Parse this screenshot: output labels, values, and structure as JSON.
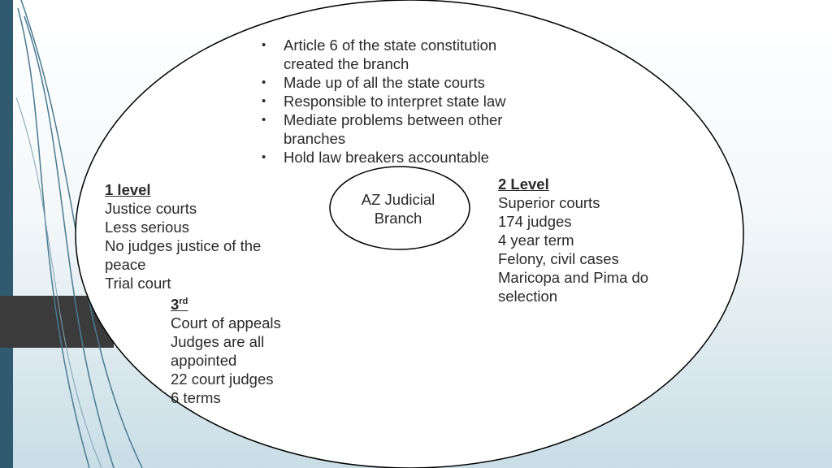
{
  "top_bullets": [
    "Article 6 of the state constitution",
    "Made up of all the state courts",
    "Responsible to interpret state law",
    "Mediate problems between other",
    "Hold law breakers accountable"
  ],
  "top_bullet_continuations": {
    "0": "created the branch",
    "3": "branches"
  },
  "center": {
    "line1": "AZ Judicial",
    "line2": "Branch"
  },
  "level1": {
    "title": "1 level",
    "lines": [
      "Justice courts",
      "Less serious",
      "No judges justice of the",
      "peace",
      "Trial court"
    ]
  },
  "level2": {
    "title": "2 Level",
    "lines": [
      "Superior courts",
      "174 judges",
      "4 year term",
      "Felony, civil cases",
      "Maricopa and Pima do",
      "selection"
    ]
  },
  "level3": {
    "title_num": "3",
    "title_sup": "rd",
    "lines": [
      "Court of appeals",
      "Judges are all",
      "appointed",
      "22 court judges",
      "6 terms"
    ]
  },
  "colors": {
    "accent_bar": "#2f5a70",
    "dark_tab": "#3b3b3b",
    "outline": "#000000"
  }
}
